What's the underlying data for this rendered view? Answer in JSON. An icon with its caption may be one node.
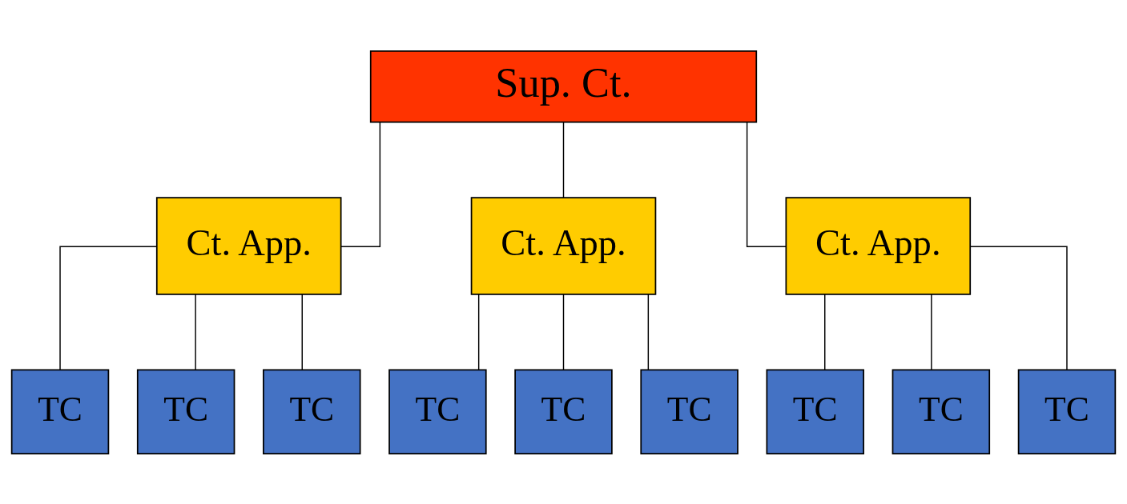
{
  "diagram": {
    "nodes": [
      {
        "text": [
          "Sup. Ct."
        ]
      },
      {
        "text": [
          "Ct. App."
        ]
      },
      {
        "text": [
          "Ct. App."
        ]
      },
      {
        "text": [
          "Ct. App."
        ]
      },
      {
        "text": [
          "TC"
        ]
      },
      {
        "text": [
          "TC"
        ]
      },
      {
        "text": [
          "TC"
        ]
      },
      {
        "text": [
          "TC"
        ]
      },
      {
        "text": [
          "TC"
        ]
      },
      {
        "text": [
          "TC"
        ]
      },
      {
        "text": [
          "TC"
        ]
      },
      {
        "text": [
          "TC"
        ]
      },
      {
        "text": [
          "TC"
        ]
      }
    ],
    "edges": [
      {
        "from": 0,
        "to": 1,
        "arrow": "none"
      },
      {
        "from": 0,
        "to": 2,
        "arrow": "none"
      },
      {
        "from": 0,
        "to": 3,
        "arrow": "none"
      },
      {
        "from": 1,
        "to": 4,
        "arrow": "none"
      },
      {
        "from": 1,
        "to": 5,
        "arrow": "none"
      },
      {
        "from": 1,
        "to": 6,
        "arrow": "none"
      },
      {
        "from": 2,
        "to": 7,
        "arrow": "none"
      },
      {
        "from": 2,
        "to": 8,
        "arrow": "none"
      },
      {
        "from": 2,
        "to": 9,
        "arrow": "none"
      },
      {
        "from": 3,
        "to": 10,
        "arrow": "none"
      },
      {
        "from": 3,
        "to": 11,
        "arrow": "none"
      },
      {
        "from": 3,
        "to": 12,
        "arrow": "none"
      }
    ]
  }
}
